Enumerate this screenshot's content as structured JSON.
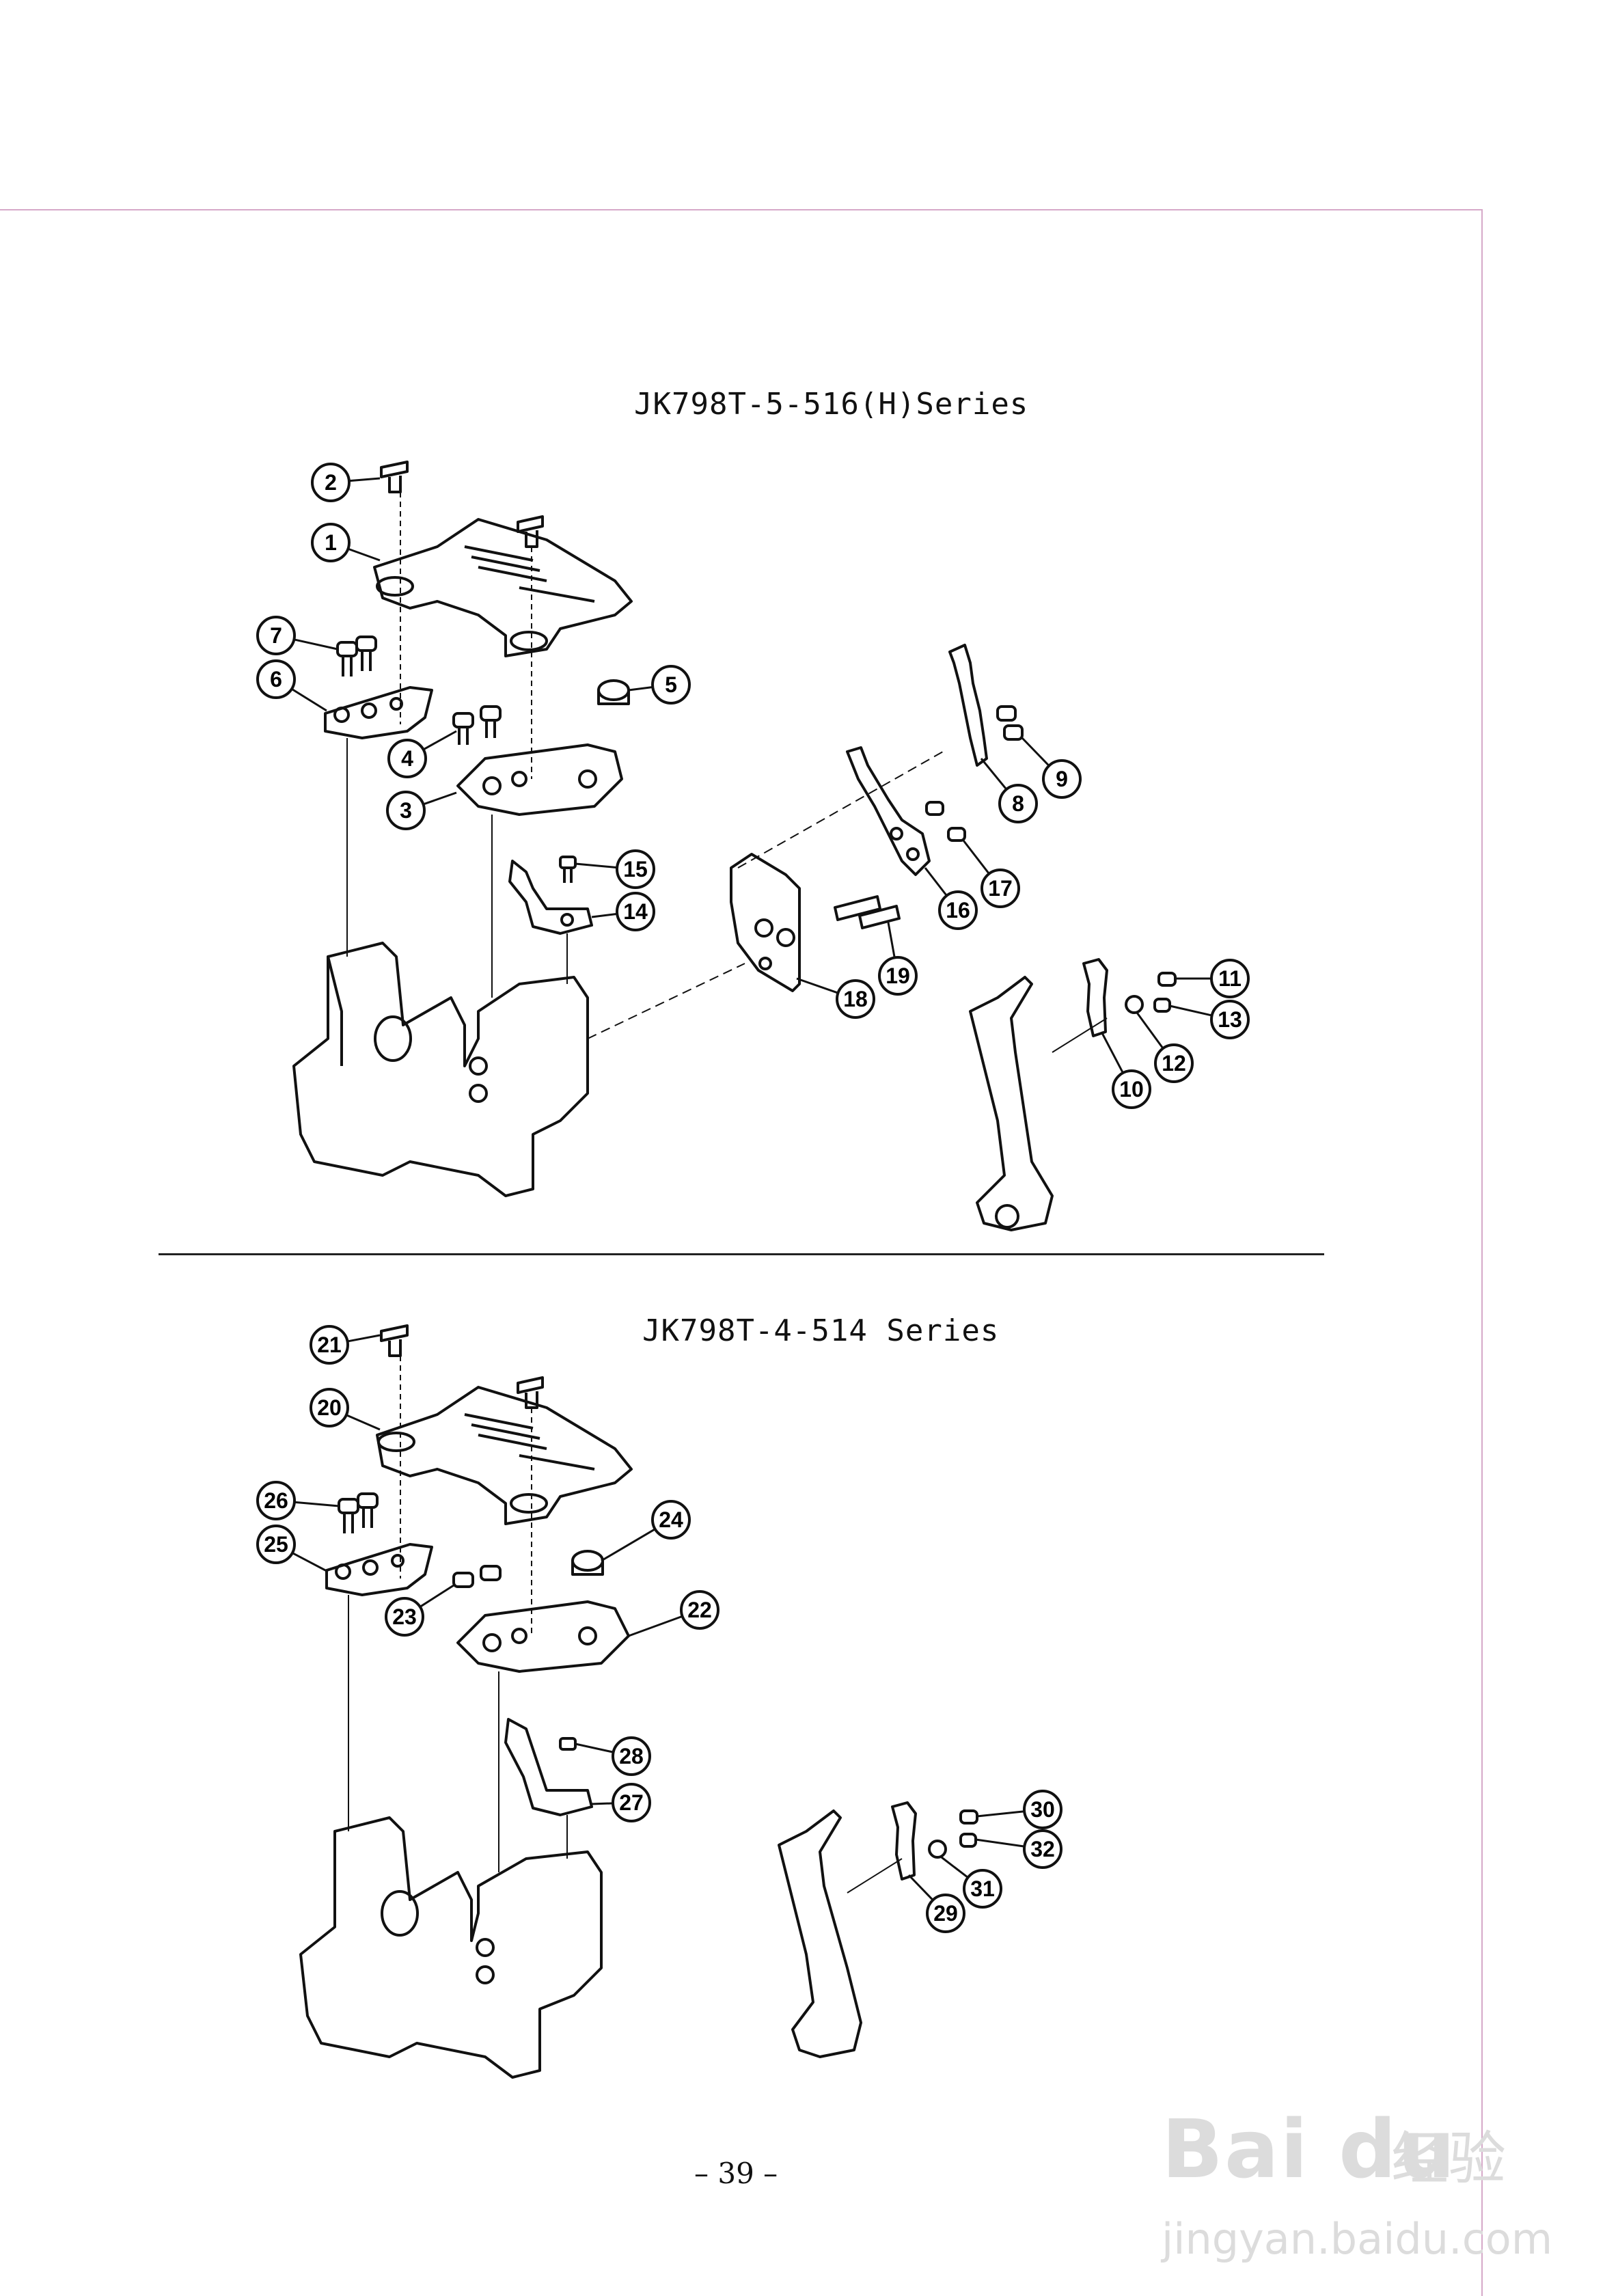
{
  "diagrams": [
    {
      "title": "JK798T-5-516(H)Series",
      "callouts": [
        "1",
        "2",
        "3",
        "4",
        "5",
        "6",
        "7",
        "8",
        "9",
        "10",
        "11",
        "12",
        "13",
        "14",
        "15",
        "16",
        "17",
        "18",
        "19"
      ]
    },
    {
      "title": "JK798T-4-514 Series",
      "callouts": [
        "20",
        "21",
        "22",
        "23",
        "24",
        "25",
        "26",
        "27",
        "28",
        "29",
        "30",
        "31",
        "32"
      ]
    }
  ],
  "page_number": "– 39 –",
  "watermark": {
    "brand": "Bai du",
    "chinese": "经验",
    "url": "jingyan.baidu.com"
  }
}
